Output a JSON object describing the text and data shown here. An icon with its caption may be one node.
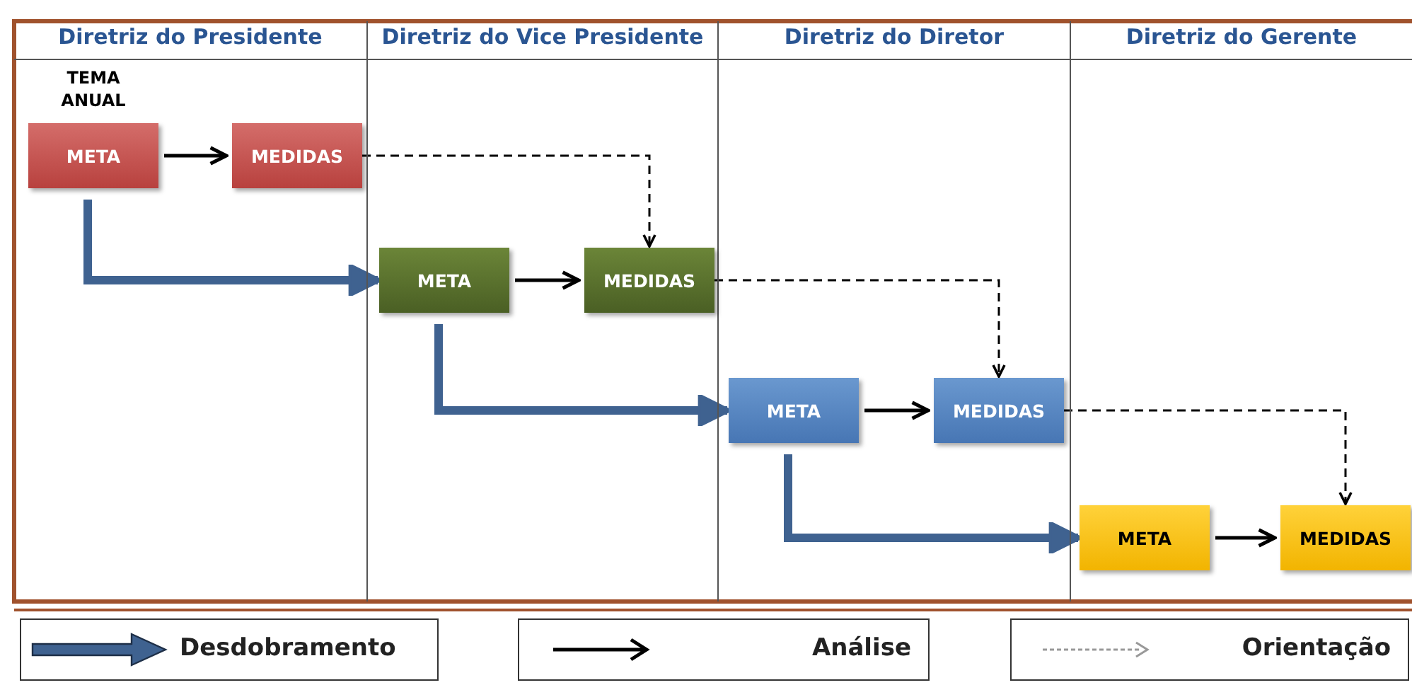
{
  "diagram": {
    "nodes": [
      {
        "text": [
          "Diretriz do Presidente"
        ]
      },
      {
        "text": [
          "META"
        ],
        "in": 0,
        "beside": [
          "TEMA ANUAL"
        ]
      },
      {
        "text": [
          "MEDIDAS"
        ],
        "in": 0
      },
      {
        "text": [
          "Diretriz do Vice Presidente"
        ]
      },
      {
        "text": [
          "META"
        ],
        "in": 3
      },
      {
        "text": [
          "MEDIDAS"
        ],
        "in": 3
      },
      {
        "text": [
          "Diretriz do Diretor"
        ]
      },
      {
        "text": [
          "META"
        ],
        "in": 6
      },
      {
        "text": [
          "MEDIDAS"
        ],
        "in": 6
      },
      {
        "text": [
          "Diretriz do Gerente"
        ]
      },
      {
        "text": [
          "META"
        ],
        "in": 9
      },
      {
        "text": [
          "MEDIDAS"
        ],
        "in": 9
      }
    ],
    "edges": [
      {
        "from": 1,
        "to": 2,
        "arrow": "to"
      },
      {
        "from": 1,
        "to": 4,
        "arrow": "to",
        "style": "thick",
        "color": "#3f6290"
      },
      {
        "from": 2,
        "to": 5,
        "arrow": "to",
        "style": "dashed"
      },
      {
        "from": 4,
        "to": 5,
        "arrow": "to"
      },
      {
        "from": 4,
        "to": 7,
        "arrow": "to",
        "style": "thick",
        "color": "#3f6290"
      },
      {
        "from": 5,
        "to": 8,
        "arrow": "to",
        "style": "dashed"
      },
      {
        "from": 7,
        "to": 8,
        "arrow": "to"
      },
      {
        "from": 7,
        "to": 10,
        "arrow": "to",
        "style": "thick",
        "color": "#3f6290"
      },
      {
        "from": 8,
        "to": 11,
        "arrow": "to",
        "style": "dashed"
      },
      {
        "from": 10,
        "to": 11,
        "arrow": "to"
      }
    ],
    "legend": [
      {
        "text": "Desdobramento"
      },
      {
        "text": "Análise"
      },
      {
        "text": "Orientação"
      }
    ]
  }
}
